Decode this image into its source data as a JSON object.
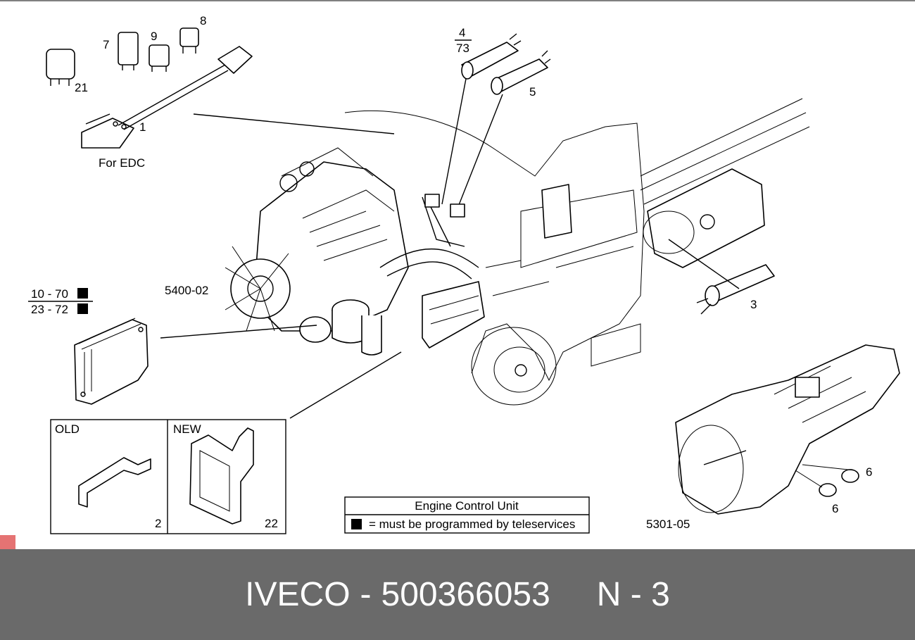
{
  "labels": {
    "p1": "1",
    "p21": "21",
    "p7": "7",
    "p9": "9",
    "p8": "8",
    "for_edc": "For EDC",
    "p4": "4",
    "p73": "73",
    "p5": "5",
    "p3": "3",
    "p540002": "5400-02",
    "ecu_top": "10 - 70",
    "ecu_bottom": "23 - 72",
    "old": "OLD",
    "new": "NEW",
    "p2": "2",
    "p22": "22",
    "p6a": "6",
    "p6b": "6",
    "p530105": "5301-05"
  },
  "legend": {
    "title": "Engine Control Unit",
    "symbol_text": "= must be programmed by teleservices"
  },
  "footer": {
    "brand": "IVECO",
    "separator": "-",
    "part_number": "500366053",
    "page_ref": "N - 3"
  },
  "colors": {
    "footer_bg": "#6a6a6a",
    "footer_text": "#ffffff",
    "line": "#000000",
    "corner_mark": "#e57373"
  }
}
